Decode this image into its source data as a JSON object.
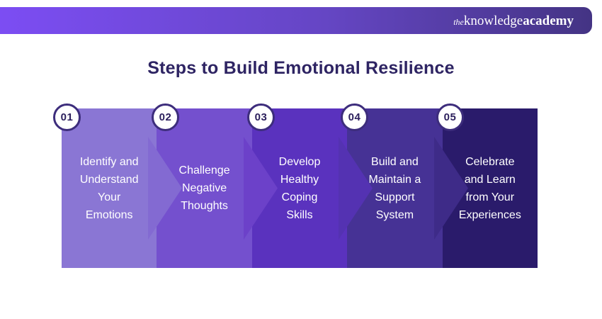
{
  "header": {
    "logo": {
      "the": "the",
      "knowledge": "knowledge",
      "academy": "academy"
    },
    "banner_gradient_left": "#7C4DF3",
    "banner_gradient_right": "#443484"
  },
  "title": {
    "text": "Steps to Build Emotional Resilience",
    "color": "#2E2463"
  },
  "steps": [
    {
      "number": "01",
      "label": "Identify and\nUnderstand\nYour\nEmotions",
      "color": "#8A76D4",
      "arrow_color": "#836AD2"
    },
    {
      "number": "02",
      "label": "Challenge\nNegative\nThoughts",
      "color": "#7450CE",
      "arrow_color": "#6C41C9"
    },
    {
      "number": "03",
      "label": "Develop\nHealthy\nCoping\nSkills",
      "color": "#5A32BE",
      "arrow_color": "#5432B2"
    },
    {
      "number": "04",
      "label": "Build and\nMaintain a\nSupport\nSystem",
      "color": "#463295",
      "arrow_color": "#3E2B88"
    },
    {
      "number": "05",
      "label": "Celebrate\nand Learn\nfrom Your\nExperiences",
      "color": "#2A1B6B",
      "arrow_color": null
    }
  ],
  "badge_style": {
    "border_color": "#3D2D7C",
    "text_color": "#2B1F5C",
    "background": "#FFFFFF"
  }
}
